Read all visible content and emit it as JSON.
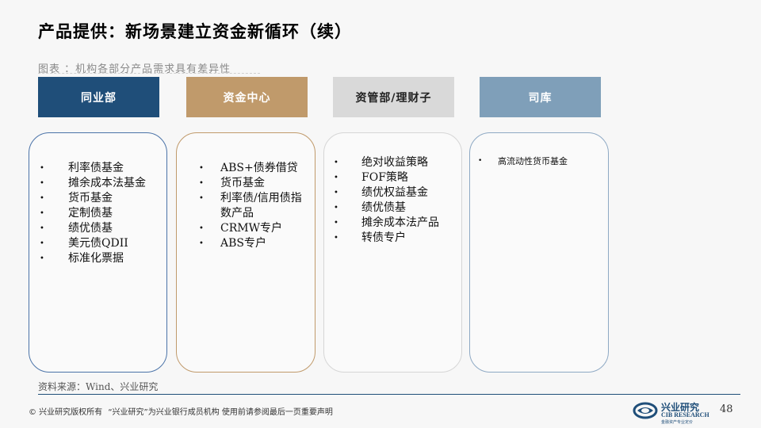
{
  "title": "产品提供：新场景建立资金新循环（续）",
  "subtitle": "图表  ：机构各部分产品需求具有差异性",
  "columns": [
    {
      "header": "同业部",
      "items": [
        "利率债基金",
        "摊余成本法基金",
        "货币基金",
        "定制债基",
        "绩优债基",
        "美元债QDII",
        "标准化票据"
      ]
    },
    {
      "header": "资金中心",
      "items": [
        "ABS+债券借贷",
        "货币基金",
        "利率债/信用债指数产品",
        "CRMW专户",
        "ABS专户"
      ]
    },
    {
      "header": "资管部/理财子",
      "items": [
        "绝对收益策略",
        "FOF策略",
        "绩优权益基金",
        "绩优债基",
        "摊余成本法产品",
        "转债专户"
      ]
    },
    {
      "header": "司库",
      "items": [
        "高流动性货币基金"
      ]
    }
  ],
  "bullet_char": "•",
  "source": "资料来源：Wind、兴业研究",
  "footer": {
    "copyright": "©  兴业研究版权所有",
    "notice": "“兴业研究”为兴业银行成员机构   使用前请参阅最后一页重要声明",
    "page_number": "48"
  },
  "logo": {
    "name_cn": "兴业研究",
    "name_en": "CIB RESEARCH",
    "slogan": "金融资产专业定价"
  },
  "colors": {
    "navy": "#1f4e79",
    "gold": "#c09a6b",
    "grey": "#d9d9d9",
    "steel": "#7f9fb9"
  }
}
